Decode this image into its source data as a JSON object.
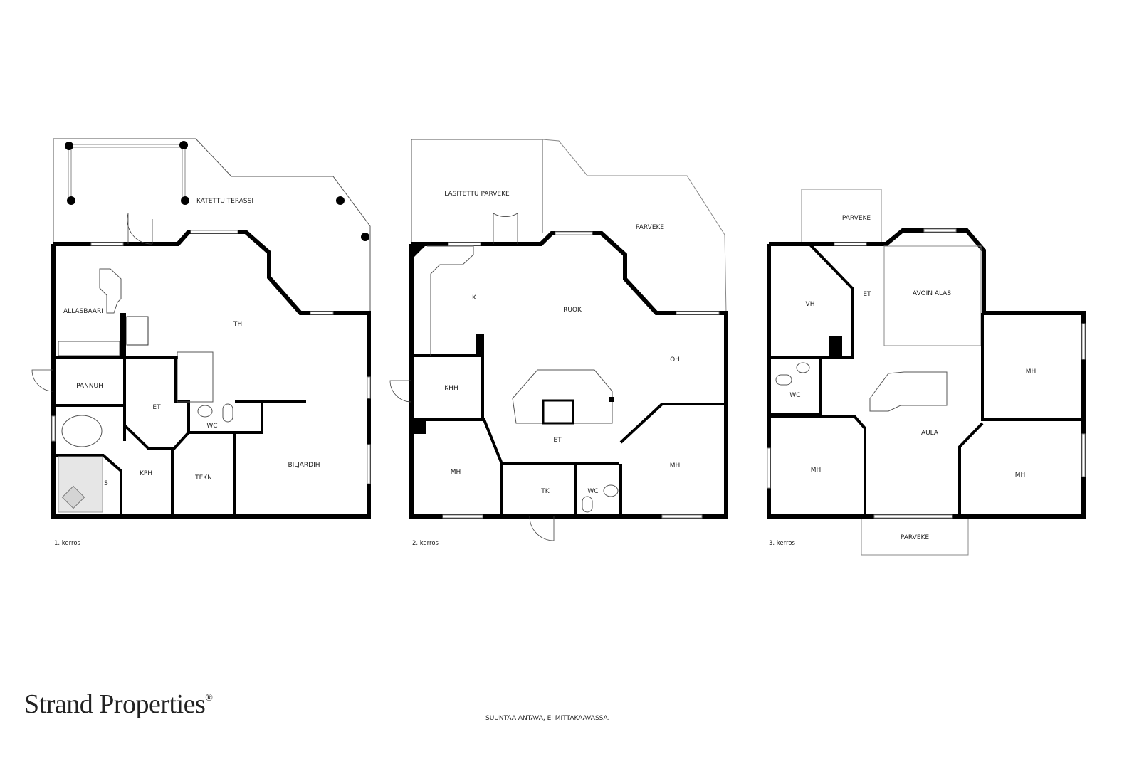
{
  "brand": {
    "name": "Strand Properties",
    "mark": "®"
  },
  "disclaimer": "SUUNTAA ANTAVA, EI MITTAKAAVASSA.",
  "floors": [
    {
      "label": "1. kerros",
      "rooms": [
        "KATETTU TERASSI",
        "ALLASBAARI",
        "TH",
        "PANNUH",
        "ET",
        "WC",
        "KPH",
        "S",
        "TEKN",
        "BILJARDIH"
      ]
    },
    {
      "label": "2. kerros",
      "rooms": [
        "LASITETTU PARVEKE",
        "PARVEKE",
        "K",
        "RUOK",
        "OH",
        "KHH",
        "ET",
        "MH",
        "TK",
        "WC",
        "MH"
      ]
    },
    {
      "label": "3. kerros",
      "rooms": [
        "PARVEKE",
        "VH",
        "ET",
        "AVOIN ALAS",
        "MH",
        "WC",
        "AULA",
        "MH",
        "MH",
        "PARVEKE"
      ]
    }
  ]
}
